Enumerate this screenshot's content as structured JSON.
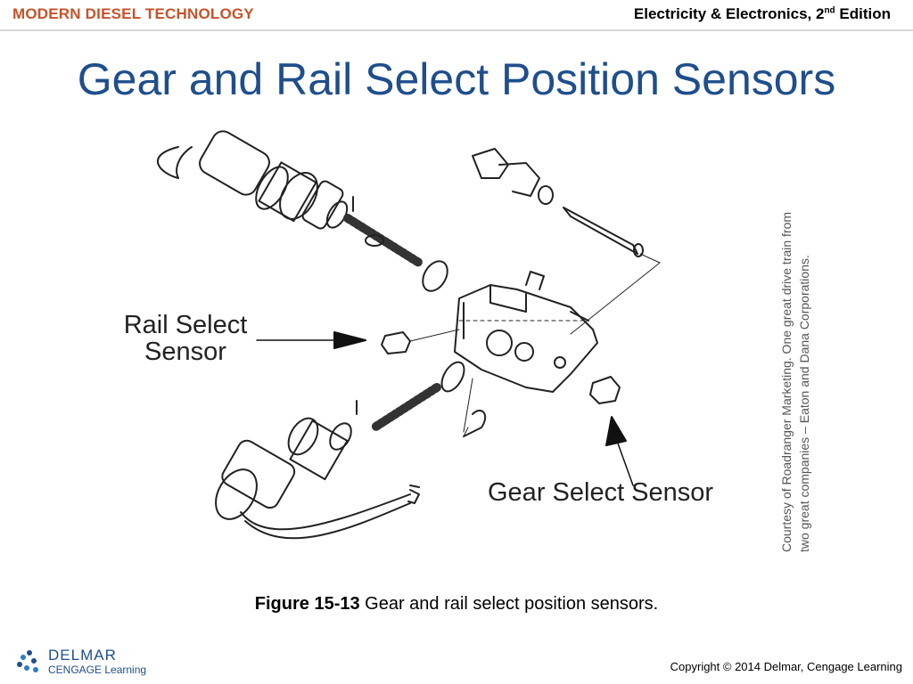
{
  "header": {
    "series": "MODERN DIESEL TECHNOLOGY",
    "book": "Electricity & Electronics, 2",
    "edition_sup": "nd",
    "edition_word": " Edition"
  },
  "slide": {
    "title": "Gear and Rail Select Position Sensors"
  },
  "figure": {
    "rail_label_line1": "Rail Select",
    "rail_label_line2": "Sensor",
    "gear_label": "Gear Select Sensor",
    "courtesy_line1": "Courtesy of Roadranger Marketing. One great drive train from",
    "courtesy_line2": "two great companies – Eaton and Dana Corporations."
  },
  "caption": {
    "figure_number": "Figure 15-13",
    "text": " Gear and rail select position sensors."
  },
  "footer": {
    "logo_brand": "DELMAR",
    "logo_sub": "CENGAGE Learning",
    "copyright": "Copyright © 2014 Delmar, Cengage Learning"
  },
  "colors": {
    "series": "#c8522a",
    "title": "#1f4e8c",
    "logo": "#1f4e8c"
  }
}
